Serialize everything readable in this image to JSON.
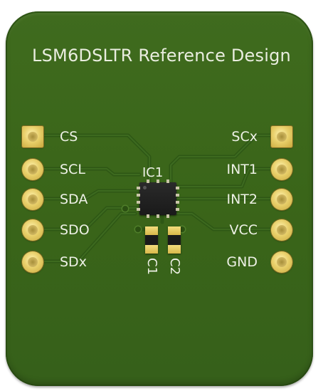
{
  "board": {
    "title": "LSM6DSLTR Reference Design",
    "ic_label": "IC1",
    "cap_labels": [
      "C1",
      "C2"
    ],
    "left_pins": [
      "CS",
      "SCL",
      "SDA",
      "SDO",
      "SDx"
    ],
    "right_pins": [
      "SCx",
      "INT1",
      "INT2",
      "VCC",
      "GND"
    ]
  },
  "colors": {
    "board": "#3a6519",
    "silkscreen": "#eef1e6",
    "pad_gold": "#e8cf6a",
    "ic_body": "#1a1a1a"
  }
}
